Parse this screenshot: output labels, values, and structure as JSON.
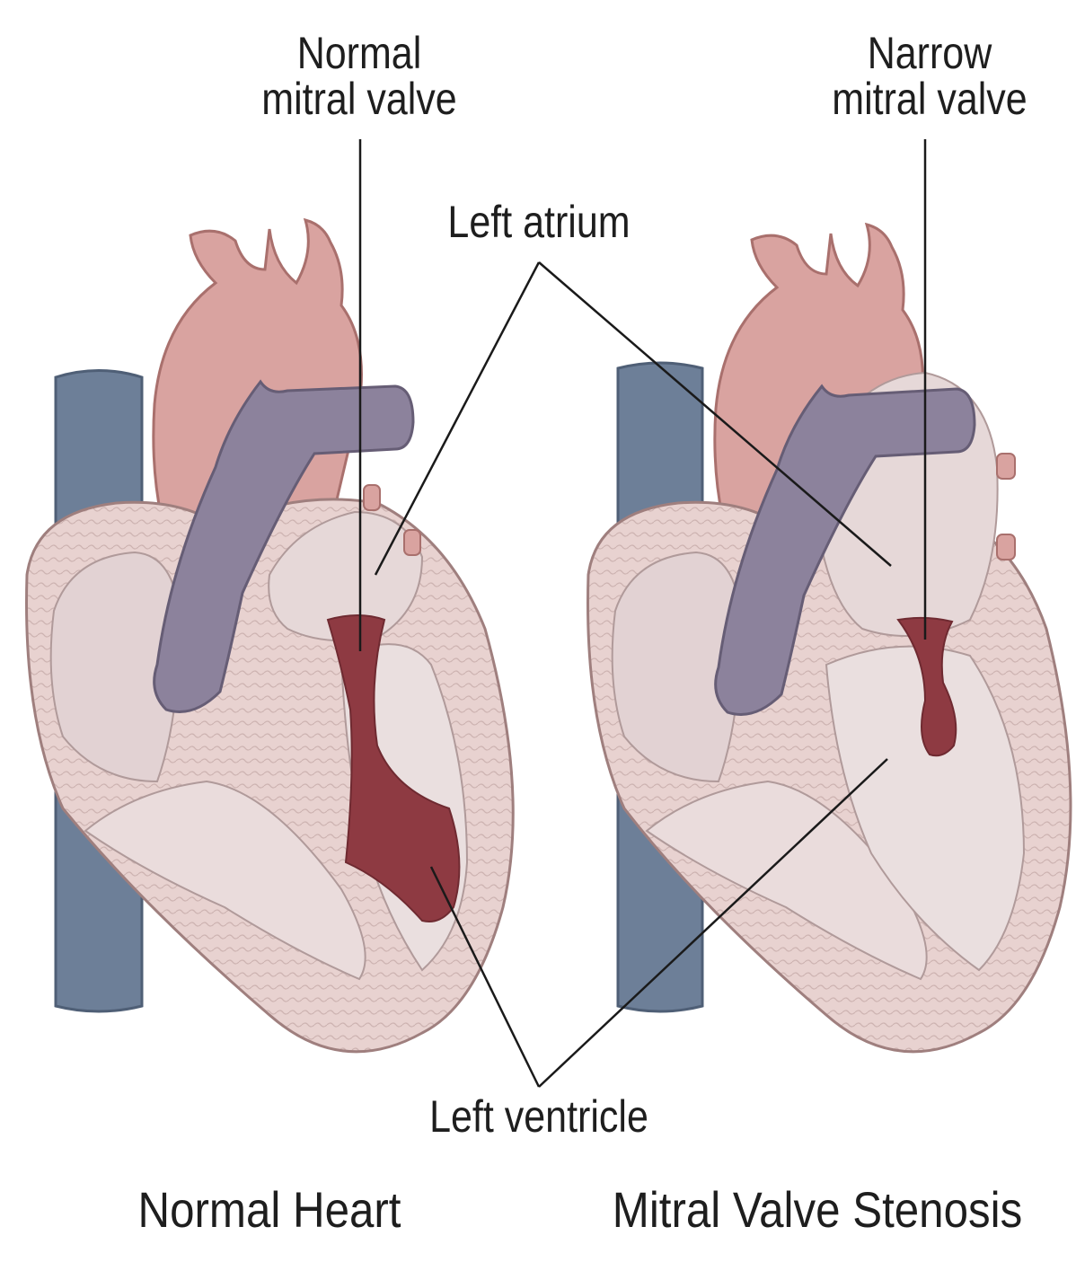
{
  "labels": {
    "normal_valve_line1": "Normal",
    "normal_valve_line2": "mitral valve",
    "narrow_valve_line1": "Narrow",
    "narrow_valve_line2": "mitral valve",
    "left_atrium": "Left atrium",
    "left_ventricle": "Left ventricle"
  },
  "captions": {
    "normal": "Normal Heart",
    "stenosis": "Mitral Valve Stenosis"
  },
  "colors": {
    "aorta": "#d9a3a0",
    "pulmonary_artery": "#8c829c",
    "vena_cava": "#6d7f98",
    "heart_wall": "#ecd4d2",
    "chamber": "#e6d8d8",
    "blood_flow": "#8e3a42",
    "leader_line": "#1a1a1a"
  }
}
